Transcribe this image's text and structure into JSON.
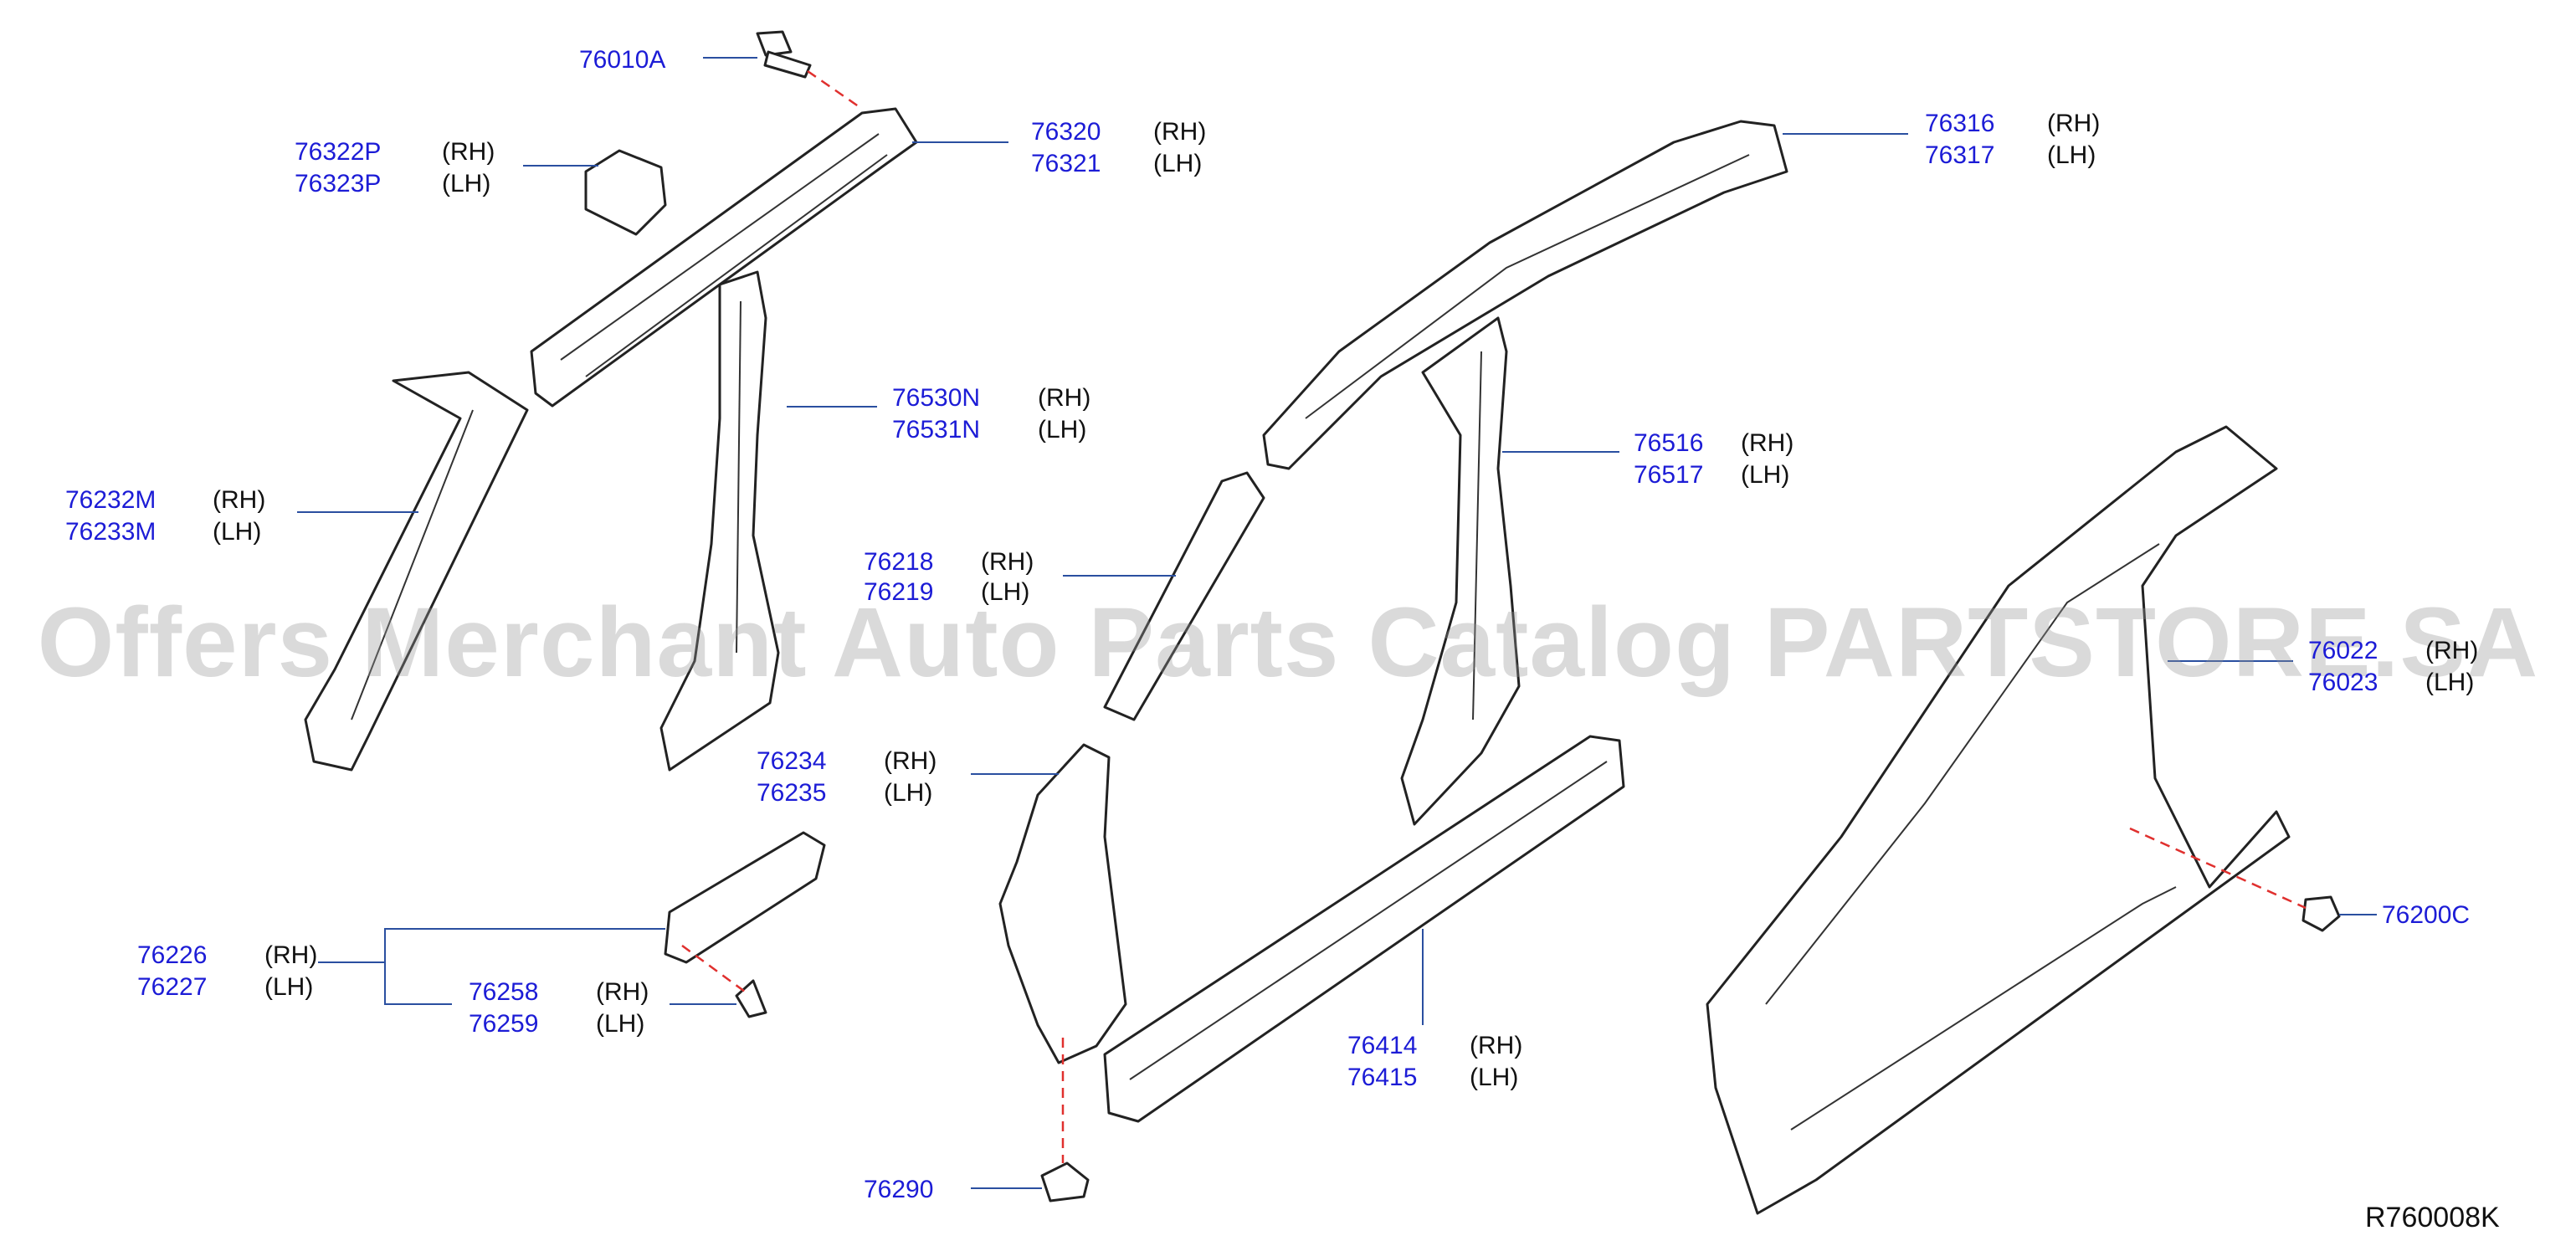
{
  "diagram": {
    "reference_code": "R760008K",
    "watermark": "Offers Merchant Auto Parts Catalog PARTSTORE.SA",
    "callouts": [
      {
        "id": "c76010A",
        "part": "76010A",
        "side": ""
      },
      {
        "id": "c76320",
        "part": "76320",
        "side": "(RH)"
      },
      {
        "id": "c76321",
        "part": "76321",
        "side": "(LH)"
      },
      {
        "id": "c76322P",
        "part": "76322P",
        "side": "(RH)"
      },
      {
        "id": "c76323P",
        "part": "76323P",
        "side": "(LH)"
      },
      {
        "id": "c76316",
        "part": "76316",
        "side": "(RH)"
      },
      {
        "id": "c76317",
        "part": "76317",
        "side": "(LH)"
      },
      {
        "id": "c76530N",
        "part": "76530N",
        "side": "(RH)"
      },
      {
        "id": "c76531N",
        "part": "76531N",
        "side": "(LH)"
      },
      {
        "id": "c76516",
        "part": "76516",
        "side": "(RH)"
      },
      {
        "id": "c76517",
        "part": "76517",
        "side": "(LH)"
      },
      {
        "id": "c76232M",
        "part": "76232M",
        "side": "(RH)"
      },
      {
        "id": "c76233M",
        "part": "76233M",
        "side": "(LH)"
      },
      {
        "id": "c76218",
        "part": "76218",
        "side": "(RH)"
      },
      {
        "id": "c76219",
        "part": "76219",
        "side": "(LH)"
      },
      {
        "id": "c76022",
        "part": "76022",
        "side": "(RH)"
      },
      {
        "id": "c76023",
        "part": "76023",
        "side": "(LH)"
      },
      {
        "id": "c76234",
        "part": "76234",
        "side": "(RH)"
      },
      {
        "id": "c76235",
        "part": "76235",
        "side": "(LH)"
      },
      {
        "id": "c76200C",
        "part": "76200C",
        "side": ""
      },
      {
        "id": "c76226",
        "part": "76226",
        "side": "(RH)"
      },
      {
        "id": "c76227",
        "part": "76227",
        "side": "(LH)"
      },
      {
        "id": "c76258",
        "part": "76258",
        "side": "(RH)"
      },
      {
        "id": "c76259",
        "part": "76259",
        "side": "(LH)"
      },
      {
        "id": "c76414",
        "part": "76414",
        "side": "(RH)"
      },
      {
        "id": "c76415",
        "part": "76415",
        "side": "(LH)"
      },
      {
        "id": "c76290",
        "part": "76290",
        "side": ""
      }
    ]
  }
}
